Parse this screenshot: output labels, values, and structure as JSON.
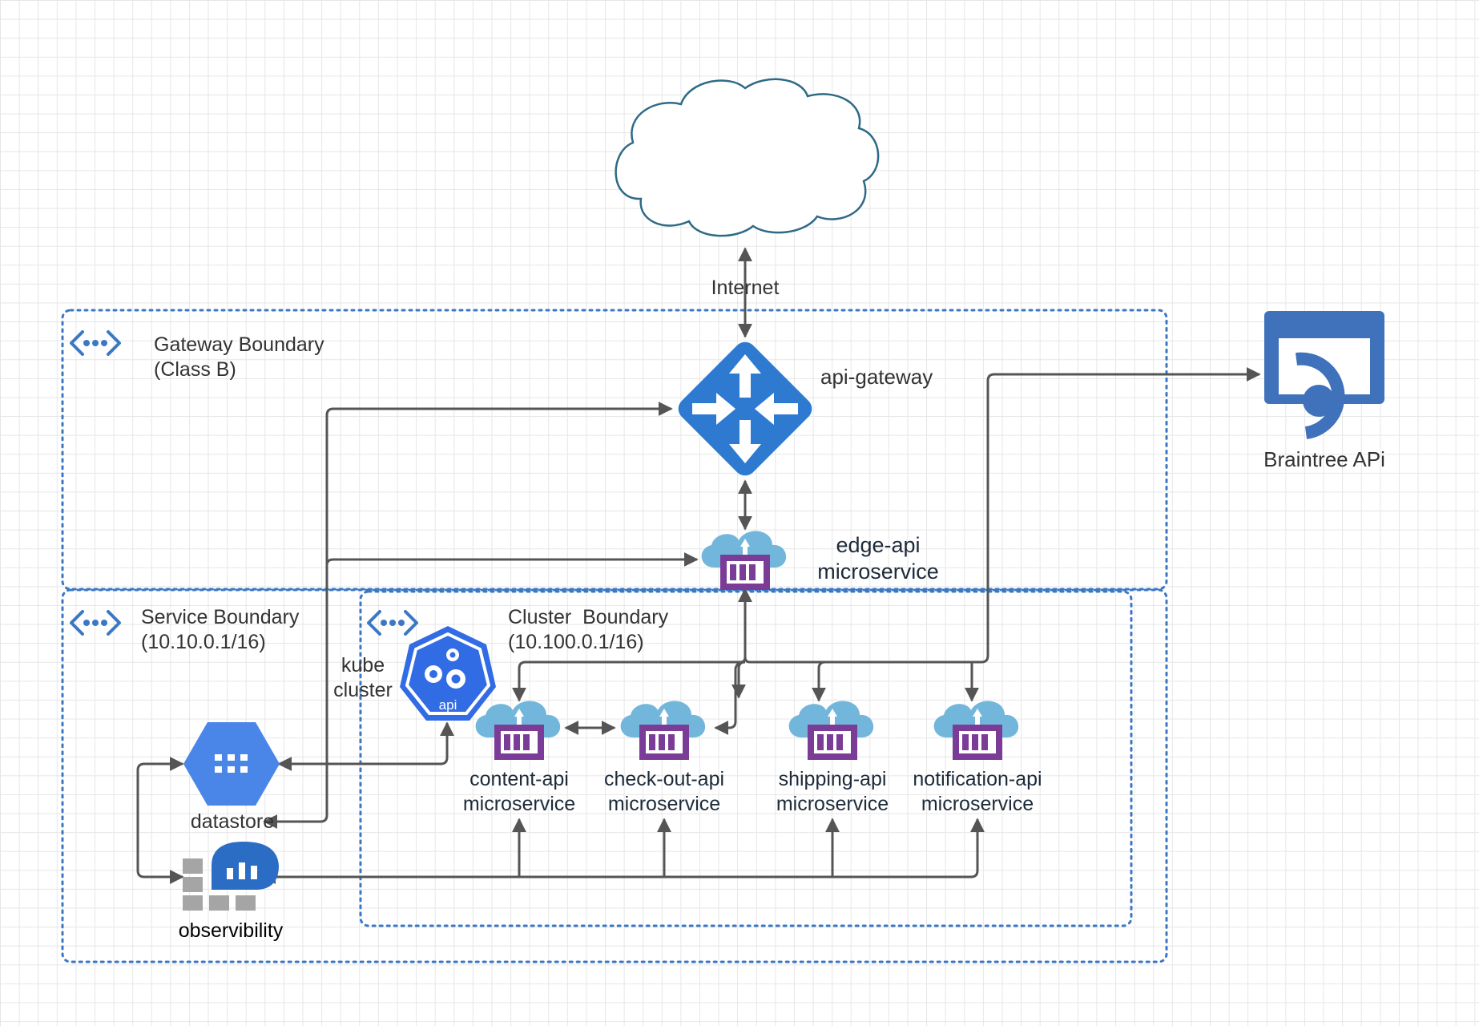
{
  "labels": {
    "internet": "Internet",
    "gateway_boundary_line1": "Gateway Boundary",
    "gateway_boundary_line2": "(Class B)",
    "api_gateway": "api-gateway",
    "braintree": "Braintree APi",
    "edge_line1": "edge-api",
    "edge_line2": "microservice",
    "service_boundary_line1": "Service Boundary",
    "service_boundary_line2": "(10.10.0.1/16)",
    "cluster_boundary_line1": "Cluster  Boundary",
    "cluster_boundary_line2": "(10.100.0.1/16)",
    "kube_line1": "kube",
    "kube_line2": "cluster",
    "kube_api": "api",
    "datastore": "datastore",
    "observability": "observibility"
  },
  "microservices": [
    {
      "line1": "content-api",
      "line2": "microservice"
    },
    {
      "line1": "check-out-api",
      "line2": "microservice"
    },
    {
      "line1": "shipping-api",
      "line2": "microservice"
    },
    {
      "line1": "notification-api",
      "line2": "microservice"
    }
  ],
  "colors": {
    "boundary": "#3b78c4",
    "connector": "#555555",
    "cloud_stroke": "#2e6a86",
    "gateway_blue": "#2f7ad1",
    "microservice_cloud": "#72b6db",
    "container_purple": "#7a3c97",
    "datastore_blue": "#4a86e8",
    "braintree_blue": "#3f72bb",
    "kube_blue": "#326ce5",
    "observability_blue": "#2b6cc4",
    "observability_grey": "#a5a5a5"
  }
}
